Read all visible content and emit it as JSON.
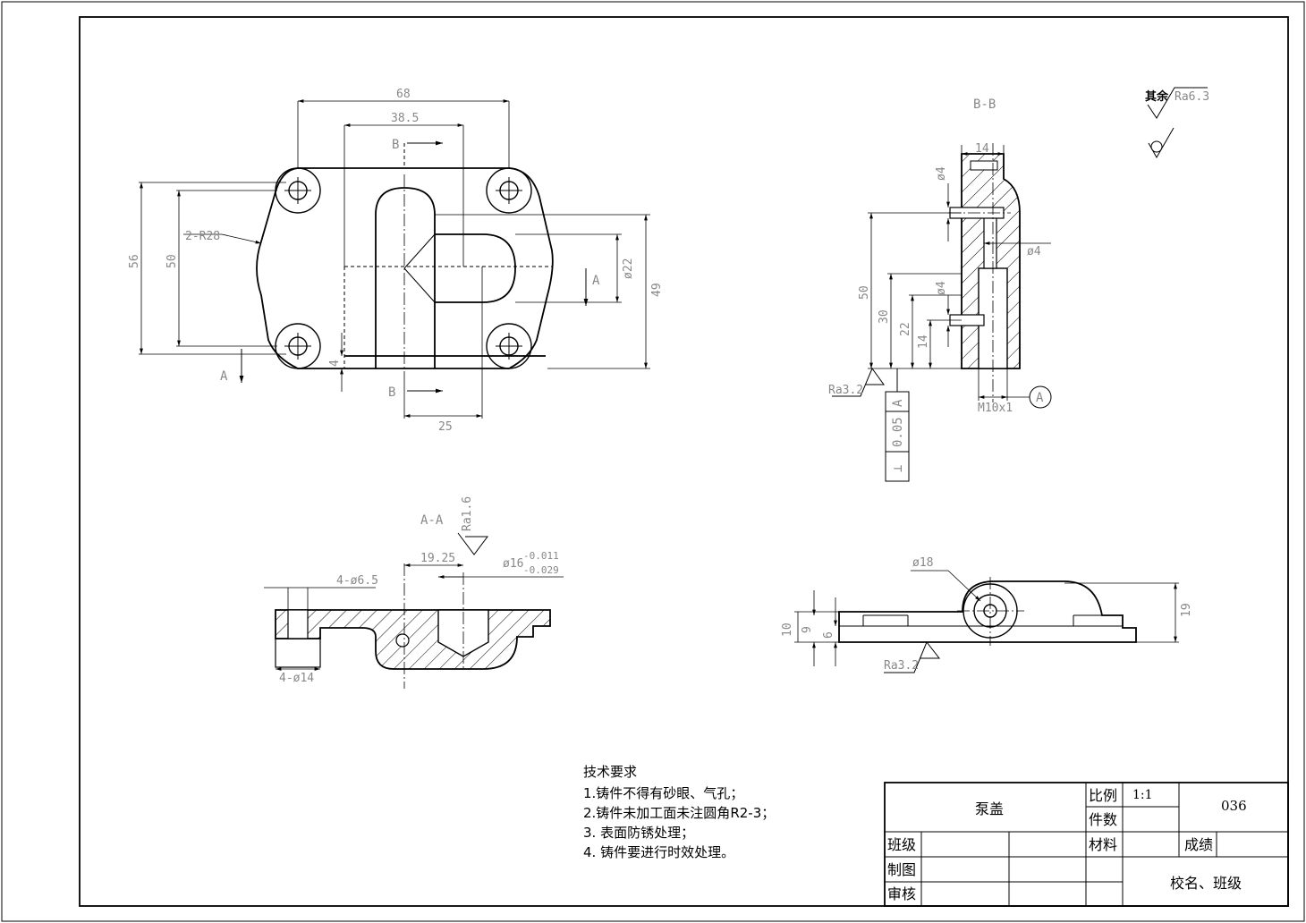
{
  "views": {
    "top": {
      "dims": [
        "68",
        "38.5",
        "56",
        "50",
        "2-R28",
        "ø22",
        "49",
        "4",
        "25"
      ],
      "section_labels": [
        "B",
        "B",
        "A",
        "A"
      ]
    },
    "section_bb": {
      "title": "B-B",
      "dims": [
        "14",
        "ø4",
        "ø4",
        "ø4",
        "50",
        "30",
        "22",
        "14",
        "M10x1"
      ],
      "roughness": "Ra3.2",
      "datum": "A",
      "tolerance_symbol": "⊥",
      "tolerance_value": "0.05",
      "tolerance_datum": "A"
    },
    "section_aa": {
      "title": "A-A",
      "roughness": "Ra1.6",
      "dims": [
        "19.25",
        "4-ø6.5",
        "4-ø14"
      ],
      "fit_main": "ø16",
      "fit_upper": "-0.011",
      "fit_lower": "-0.029"
    },
    "side": {
      "dims": [
        "ø18",
        "19",
        "10",
        "9",
        "6"
      ],
      "roughness": "Ra3.2"
    }
  },
  "surface_note": {
    "prefix": "其余",
    "value": "Ra6.3"
  },
  "tech_req": {
    "title": "技术要求",
    "items": [
      "1.铸件不得有砂眼、气孔；",
      "2.铸件未加工面未注圆角R2-3；",
      "3. 表面防锈处理；",
      "4. 铸件要进行时效处理。"
    ]
  },
  "title_block": {
    "part_name": "泵盖",
    "scale_label": "比例",
    "scale_value": "1:1",
    "qty_label": "件数",
    "drawing_no": "036",
    "class_label": "班级",
    "material_label": "材料",
    "grade_label": "成绩",
    "drawn_label": "制图",
    "checked_label": "审核",
    "school": "校名、班级"
  }
}
